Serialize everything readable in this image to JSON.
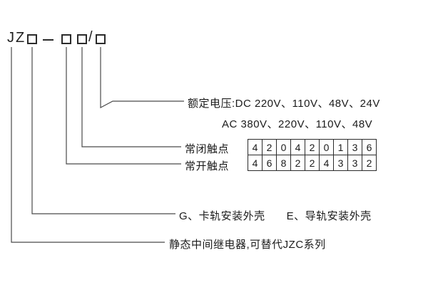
{
  "model_code": {
    "prefix": "JZ",
    "slash": "/"
  },
  "descriptions": {
    "rated_voltage_dc": "额定电压:DC 220V、110V、48V、24V",
    "rated_voltage_ac": "AC 380V、220V、110V、48V",
    "normally_closed": "常闭触点",
    "normally_open": "常开触点",
    "mounting_g": "G、卡轨安装外壳",
    "mounting_e": "E、导轨安装外壳",
    "series_note": "静态中间继电器,可替代JZC系列"
  },
  "table": {
    "rows": [
      [
        "4",
        "2",
        "0",
        "4",
        "2",
        "0",
        "1",
        "3",
        "6"
      ],
      [
        "4",
        "6",
        "8",
        "2",
        "2",
        "4",
        "3",
        "3",
        "2"
      ]
    ]
  }
}
